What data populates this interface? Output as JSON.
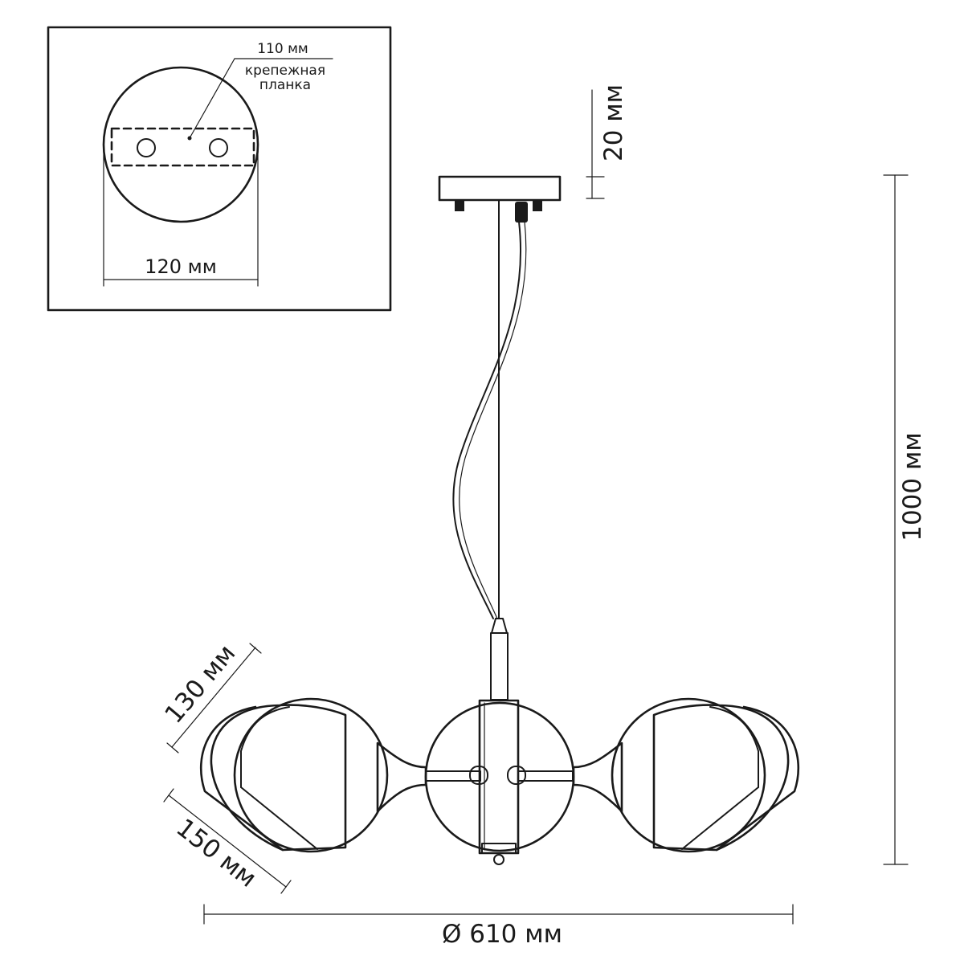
{
  "mount_detail": {
    "plate_width_label": "110 мм",
    "plate_name_line1": "крепежная",
    "plate_name_line2": "планка",
    "canopy_diameter_label": "120 мм"
  },
  "dimensions": {
    "canopy_height": "20 мм",
    "total_height": "1000 мм",
    "shade_height": "130 мм",
    "shade_width": "150 мм",
    "overall_diameter": "Ø 610 мм"
  }
}
